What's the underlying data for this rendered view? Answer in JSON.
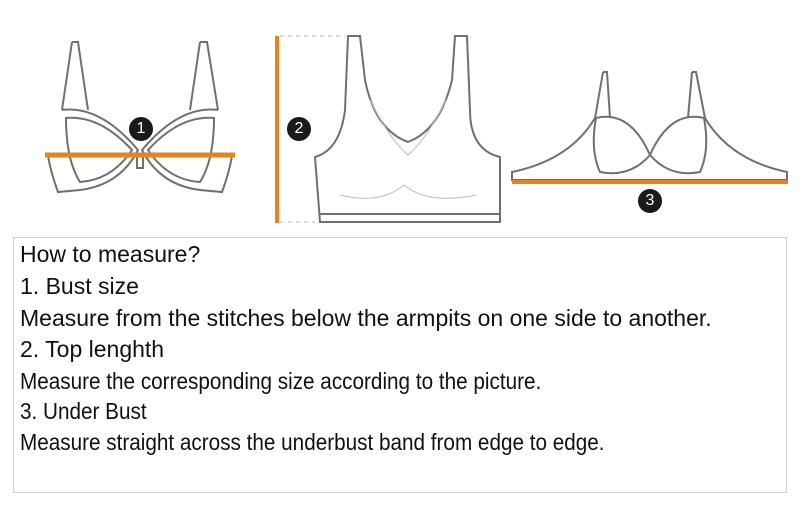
{
  "figures": {
    "accent_color": "#e8821e",
    "outline_color": "#707070",
    "badges": [
      {
        "number": "1",
        "label": "Bust size marker"
      },
      {
        "number": "2",
        "label": "Top length marker"
      },
      {
        "number": "3",
        "label": "Under bust marker"
      }
    ]
  },
  "instructions": {
    "title": "How to measure?",
    "items": [
      {
        "heading": "1. Bust size",
        "text": "Measure from the stitches below the armpits on one side to another."
      },
      {
        "heading": "2. Top lenghth",
        "text": "Measure the corresponding size according to the picture."
      },
      {
        "heading": "3. Under Bust",
        "text": "Measure straight across the underbust band from edge to edge."
      }
    ]
  }
}
